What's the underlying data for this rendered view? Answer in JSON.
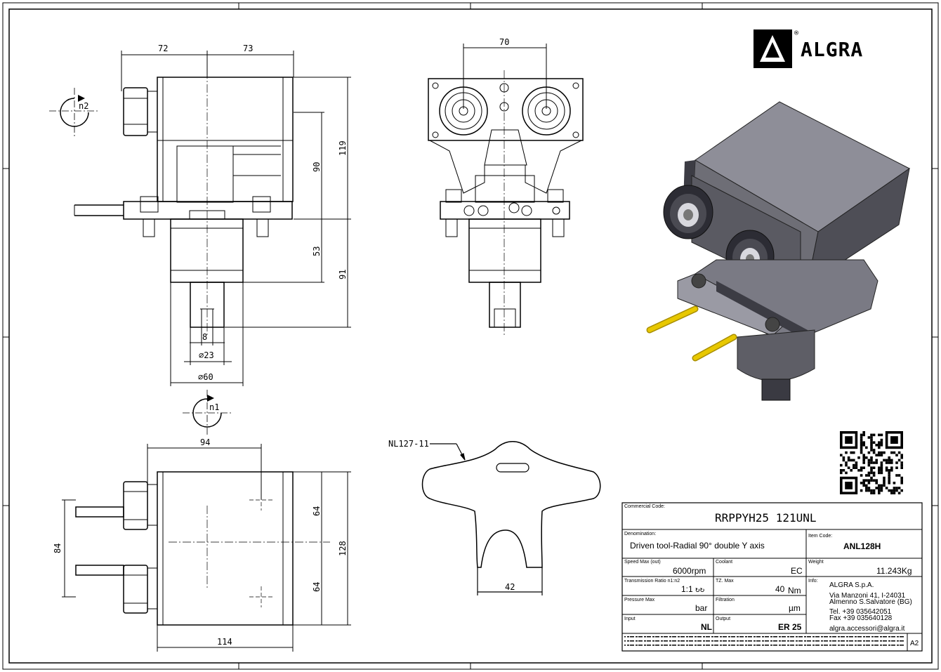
{
  "logo": {
    "brand": "ALGRA",
    "registered": "®"
  },
  "dimensions": {
    "top_left": {
      "w1": "72",
      "w2": "73",
      "h1": "90",
      "h2": "119",
      "h3": "53",
      "h4": "91",
      "d1": "8",
      "d2": "∅23",
      "d3": "∅60"
    },
    "top_center": {
      "w": "70"
    },
    "bottom_left": {
      "w": "94",
      "h1": "64",
      "h2": "64",
      "h3": "128",
      "side": "84",
      "base": "114"
    },
    "rotation": {
      "n1": "n1",
      "n2": "n2"
    },
    "part_label": "NL127-11",
    "part_dim": "42"
  },
  "title_block": {
    "commercial_code_label": "Commercial Code:",
    "commercial_code": "RRPPYH25 121UNL",
    "denomination_label": "Denomination:",
    "denomination": "Driven tool-Radial 90° double Y axis",
    "item_code_label": "Item Code:",
    "item_code": "ANL128H",
    "speed_label": "Speed Max (out)",
    "speed": "6000rpm",
    "coolant_label": "Coolant",
    "coolant": "EC",
    "weight_label": "Weight",
    "weight": "11.243Kg",
    "ratio_label": "Transmission Ratio n1:n2",
    "ratio": "1:1",
    "torque_label": "TZ. Max",
    "torque_value": "40",
    "torque_unit": "Nm",
    "info_label": "Info:",
    "company": "ALGRA S.p.A.",
    "address1": "Via Manzoni 41, I-24031",
    "address2": "Almenno S.Salvatore (BG)",
    "tel": "Tel. +39 035642051",
    "fax": "Fax +39 035640128",
    "email": "algra.accessori@algra.it",
    "pressure_label": "Pressure Max",
    "pressure_unit": "bar",
    "filtration_label": "Filtration",
    "filtration_unit": "µm",
    "input_label": "Input",
    "input": "NL",
    "output_label": "Output",
    "output": "ER 25",
    "sheet_size": "A2"
  },
  "colors": {
    "pin": "#e8c800",
    "body": "#6e6e76",
    "body_dark": "#3c3c44",
    "body_light": "#9a9aa4"
  }
}
